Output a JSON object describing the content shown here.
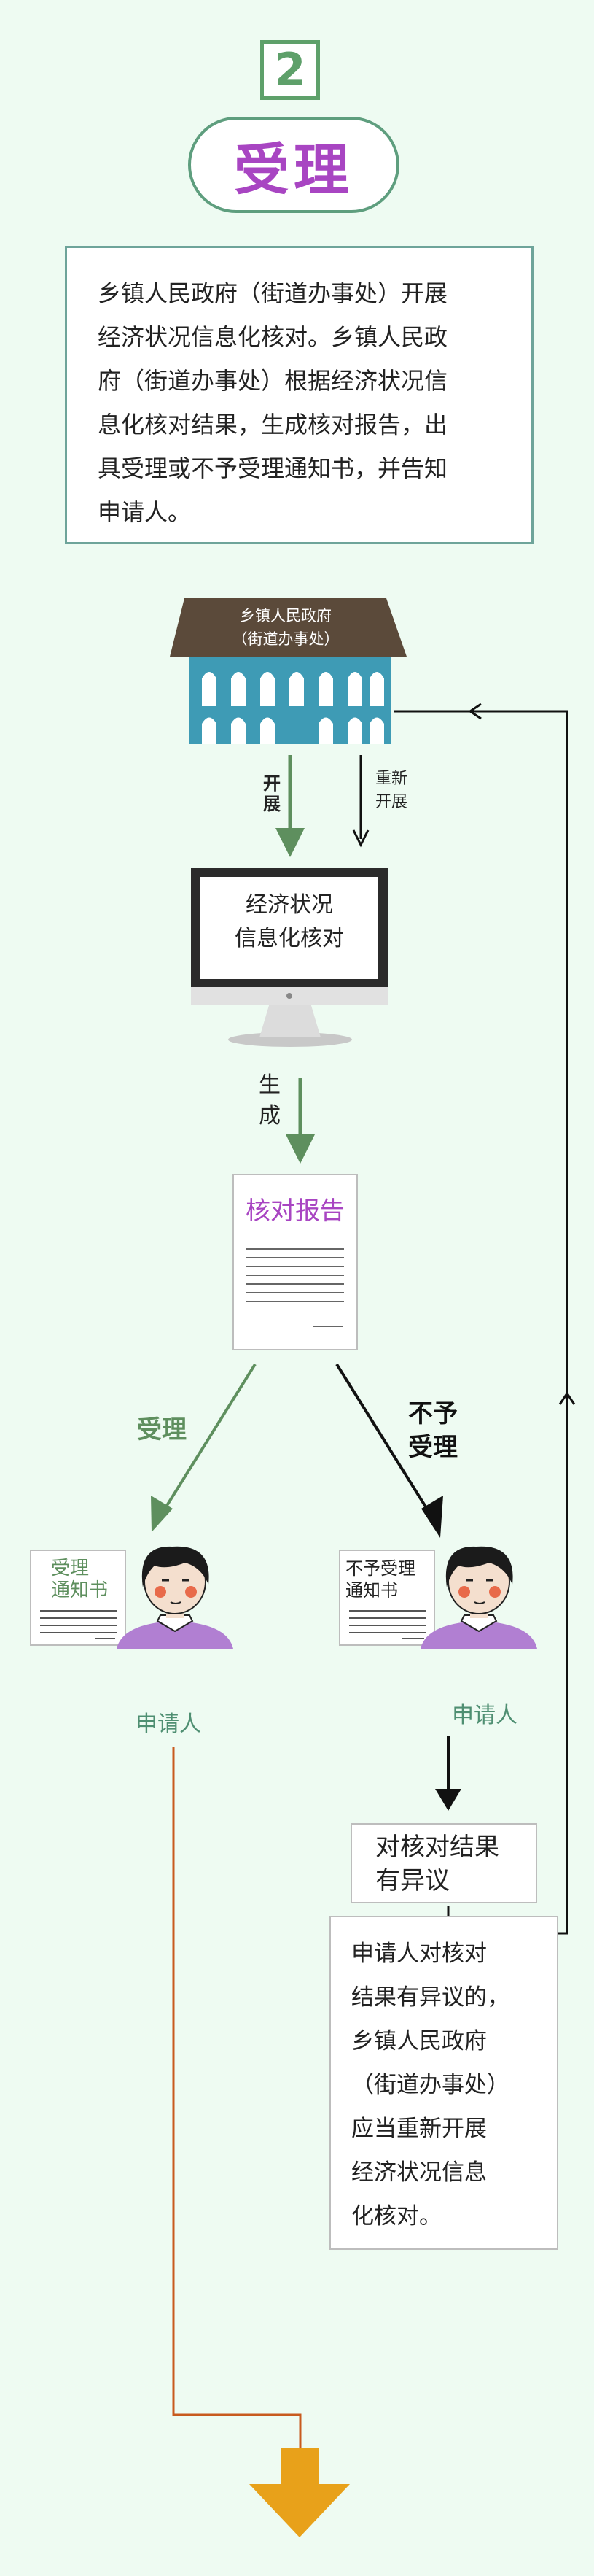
{
  "step": {
    "number": "2",
    "title": "受理"
  },
  "intro": {
    "lines": [
      "乡镇人民政府（街道办事处）开展",
      "经济状况信息化核对。乡镇人民政",
      "府（街道办事处）根据经济状况信",
      "息化核对结果，生成核对报告，出",
      "具受理或不予受理通知书，并告知",
      "申请人。"
    ]
  },
  "government": {
    "line1": "乡镇人民政府",
    "line2": "（街道办事处）"
  },
  "arrows": {
    "conduct": [
      "开",
      "展"
    ],
    "redo": [
      "重新",
      "开展"
    ],
    "generate": [
      "生",
      "成"
    ],
    "accept": "受理",
    "reject": [
      "不予",
      "受理"
    ]
  },
  "computer": {
    "line1": "经济状况",
    "line2": "信息化核对"
  },
  "report": {
    "title": "核对报告"
  },
  "accept_notice": {
    "line1": "受理",
    "line2": "通知书"
  },
  "reject_notice": {
    "line1": "不予受理",
    "line2": "通知书"
  },
  "applicant_left": "申请人",
  "applicant_right": "申请人",
  "dispute": {
    "line1": "对核对结果",
    "line2": "有异议"
  },
  "note": {
    "lines": [
      "申请人对核对",
      "结果有异议的，",
      "乡镇人民政府",
      "（街道办事处）",
      "应当重新开展",
      "经济状况信息",
      "化核对。"
    ]
  },
  "colors": {
    "background": "#eefbf2",
    "accent_green": "#5ea06a",
    "title_purple": "#a845c2",
    "building_blue": "#3e9bb5",
    "roof_brown": "#5b4a3a",
    "path_orange": "#c85a1e",
    "next_arrow": "#e8a11a"
  }
}
